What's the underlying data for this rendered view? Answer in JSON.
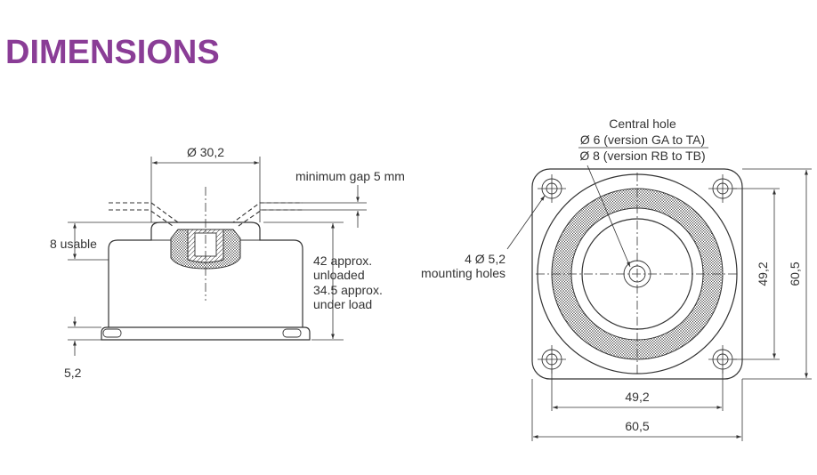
{
  "heading": {
    "title": "DIMENSIONS",
    "color": "#8a3d96"
  },
  "side_view": {
    "diameter_label": "Ø 30,2",
    "gap_label": "minimum gap 5 mm",
    "usable_label": "8 usable",
    "height_lines": [
      "42 approx.",
      "unloaded",
      "34.5 approx.",
      "under load"
    ],
    "base_label": "5,2"
  },
  "top_view": {
    "central_hole_lines": [
      "Central hole",
      "Ø 6 (version GA to TA)",
      "Ø 8 (version RB to TB)"
    ],
    "mounting_lines": [
      "4 Ø 5,2",
      "mounting holes"
    ],
    "inner_width_label": "49,2",
    "outer_width_label": "60,5",
    "inner_height_label": "49,2",
    "outer_height_label": "60,5"
  }
}
